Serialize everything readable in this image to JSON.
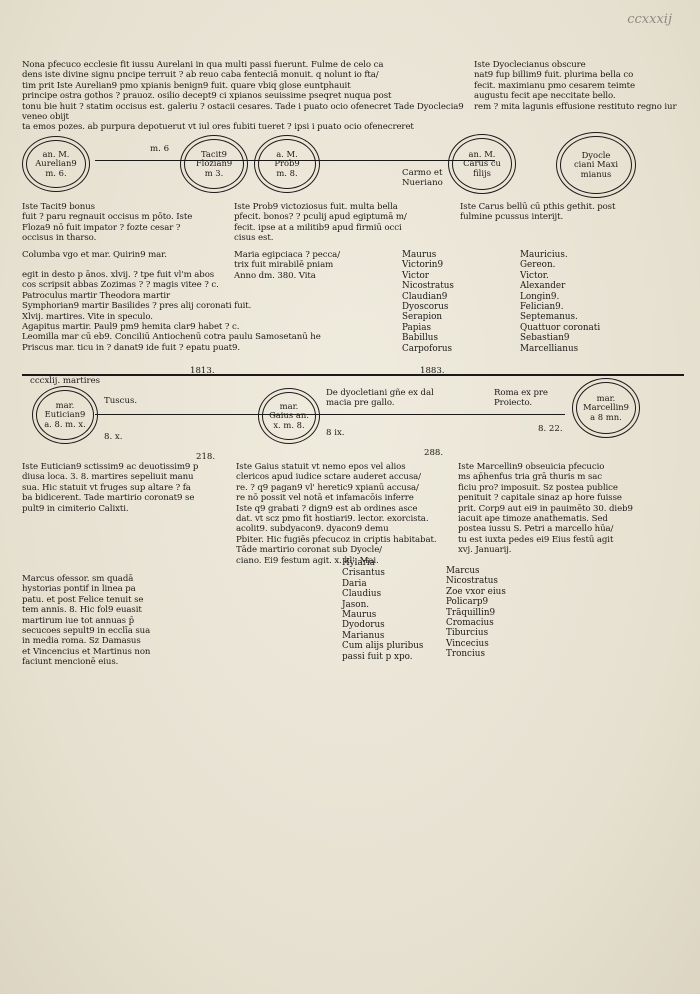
{
  "folio": "ccxxxij",
  "top": {
    "left_para": "Nona pfecuco ecclesie fit iussu Aurelani in qua multi passi fuerunt. Fulme de celo ca\ndens iste divine signu pncipe terruit ? ab reuo caba fenteciā monuit. q nolunt io fta/\ntim prit Iste Aurelian9 pmo xpianis benign9 fuit. quare vbiq glose euntphauit\nprincipe ostra gothos ? prauoz. osilio decept9 ci xpianos seuissime pseqret nuqua post\ntonu bie huit ? statim occisus est. galeriu ? ostacii cesares. Tade i puato ocio ofenecret Tade Dyoclecia9 veneo obijt\nta emos pozes. ab purpura depotuerut vt iul ores fubiti tueret ? ipsi i puato ocio ofenecreret",
    "right_para": "Iste Dyoclecianus obscure\nnat9 fup billim9 fuit. plurima bella co\nfecit. maximianu pmo cesarem teimte\naugustu fecit ape neccitate bello.\nrem ? mita lagunis effusione restituto regno iur"
  },
  "row1": {
    "circles": [
      "an. M.\nAurelian9\nm. 6.",
      "Tacit9\nFlozian9\nm 3.",
      "a. M.\nProb9\nm. 8.",
      "an. M.\nCarus cu\nfilijs",
      "Dyocle\nciani Maxi\nmianus"
    ],
    "label_m6": "m. 6",
    "mid_label": "Carmo et\nNueriano",
    "under1": "Iste Tacit9 bonus\nfuit ? paru regnauit occisus m pōto. Iste\nFloza9 nō fuit impator ? fozte cesar ? \noccisus in tharso.",
    "under2": "Iste Prob9 victoziosus fuit. multa bella\npfecit. bonos? ? pculij apud egiptumā m/\nfecit. ipse at a militib9 apud firmiū occi\ncisus est.",
    "under3": "Iste Carus bellū cū pthis gethit. post\nfulmine pcussus interijt."
  },
  "block2": {
    "col_a_lead": "Columba vgo et mar.    Quirin9 mar.",
    "col_a": "egit in desto p ānos. xlvij. ? tpe fuit vl'm abos\ncos scripsit abbas Zozimas ? ? magis vitee ? c.\nPatroculus martir   Theodora martir\nSymphorian9 martir   Basilides ? pres alij coronati fuit.\nXlvij. martires.   Vite in speculo.\nAgapitus martir.   Paul9 pm9 hemita clar9 habet ? c.\nLeomilla mar cū eb9.   Conciliū Antiochenū cotra paulu Samosetanū he\nPriscus mar.   ticu in ? danat9 ide fuit ? epatu puat9.",
    "col_b": "Maria egipciaca ? pecca/\ntrix fuit mirabilē pniam\nAnno dm. 380. Vita",
    "list_mid": [
      "Maurus",
      "Victorin9",
      "Victor",
      "Nicostratus",
      "Claudian9",
      "Dyoscorus",
      "Serapion",
      "Papias",
      "Babillus",
      "Carpoforus"
    ],
    "list_right": [
      "Mauricius.",
      "Gereon.",
      "Victor.",
      "Alexander",
      "Longin9.",
      "Felician9.",
      "Septemanus.",
      "Quattuor coronati",
      "Sebastian9",
      "Marcellianus"
    ]
  },
  "row2": {
    "left_label": "cccxlij. martires",
    "n1": "1813.",
    "n2": "1883.",
    "circles": [
      "mar.\nEutician9\na. 8. m. x.",
      "mar.\nGaius an.\nx. m. 8.",
      "mar.\nMarcellin9\na 8 mn."
    ],
    "tuscus": "Tuscus.",
    "r1": "8. x.",
    "r2": "8 ix.",
    "r3": "8. 22.",
    "mid_text": "De dyocletiani gñe ex dal\nmacia pre gallo.",
    "right_text": "Roma ex pre\nProiecto.",
    "n3": "218.",
    "n4": "288."
  },
  "block3": {
    "col1": "Iste Eutician9 sctissim9 ac deuotissim9 p\ndiusa loca. 3. 8. martires sepeliuit manu\nsua. Hic statuit vt fruges sup altare ? fa\nba bidicerent. Tade martirio coronat9 se\npult9 in cimiterio Calixti.",
    "col2": "Iste Gaius statuit vt nemo epos vel alios\nclericos apud iudice sctare auderet accusa/\nre. ? q9 pagan9 vl' heretic9 xpianū accusa/\nre nō possit vel notā et infamacōis inferre\nIste q9 grabati ? dign9 est ab ordines asce\ndat. vt scz pmo fit hostiari9. lector. exorcista. acolit9. subdyacon9. dyacon9 demu\nPbiter. Hic fugiēs pfecucoz in criptis habitabat. Tāde martirio coronat sub Dyocle/\nciano. Ei9 festum agit. x. kl'. Mai.",
    "col3": "Iste Marcellin9 obseuicia pfecucio\nms ap̄henfus tria grā thuris m sac\nficiu pro? imposuit. Sz postea publice\npenituit ? capitale sinaz ap hore fuisse\nprit. Corp9 aut ei9 in pauimēto 30. dieb9\niacuit ape timoze anathematis. Sed\npostea iussu S. Petri a marcello hūa/\ntu est iuxta pedes ei9 Eius festū agit\nxvj. Januarij.",
    "col1_lower": "Marcus ofessor. sm quadā\nhystorias pontif in linea pa\npatu. et post Felice tenuit se\ntem annis. 8. Hic fol9 euasit\nmartirum iue tot annuas p̄\nsecucoes sepult9 in ecclīa sua\nin media roma. Sz Damasus\net Vincencius et Martinus non\nfaciunt mencionē eius.",
    "list_mid": [
      "Hylaria",
      "Crisantus",
      "Daria",
      "Claudius",
      "Jason.",
      "Maurus",
      "Dyodorus",
      "Marianus",
      "Cum alijs pluribus",
      "passi fuit p xpo."
    ],
    "list_right": [
      "Marcus",
      "Nicostratus",
      "Zoe vxor eius",
      "Policarp9",
      "Trāquillin9",
      "Cromacius",
      "Tiburcius",
      "Vincecius",
      "Troncius"
    ]
  }
}
